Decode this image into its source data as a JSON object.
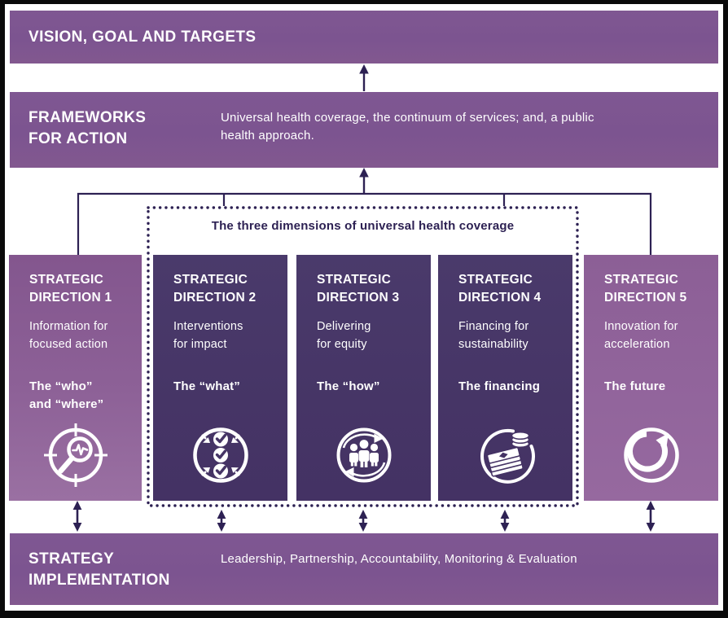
{
  "colors": {
    "bar_purple": "#7d5590",
    "box_light_purple": "#8d6197",
    "box_dark_purple": "#473667",
    "line_dark_purple": "#2d2153",
    "background": "#ffffff",
    "frame_border": "#0a0a0a",
    "text_white": "#ffffff"
  },
  "vision_bar": {
    "title": "VISION, GOAL AND TARGETS"
  },
  "frameworks_bar": {
    "title": [
      "FRAMEWORKS",
      "FOR ACTION"
    ],
    "description": [
      "Universal health coverage, the continuum of services; and, a public",
      "health approach."
    ]
  },
  "dimensions_box": {
    "title": "The three dimensions of universal health coverage"
  },
  "strategic_directions": [
    {
      "title": [
        "STRATEGIC",
        "DIRECTION 1"
      ],
      "description": [
        "Information for",
        "focused action"
      ],
      "tagline": [
        "The “who”",
        "and “where”"
      ],
      "icon": "magnifier-pulse-icon"
    },
    {
      "title": [
        "STRATEGIC",
        "DIRECTION 2"
      ],
      "description": [
        "Interventions",
        "for impact"
      ],
      "tagline": [
        "The “what”"
      ],
      "icon": "checklist-icon"
    },
    {
      "title": [
        "STRATEGIC",
        "DIRECTION 3"
      ],
      "description": [
        "Delivering",
        "for equity"
      ],
      "tagline": [
        "The “how”"
      ],
      "icon": "people-cycle-icon"
    },
    {
      "title": [
        "STRATEGIC",
        "DIRECTION 4"
      ],
      "description": [
        "Financing for",
        "sustainability"
      ],
      "tagline": [
        "The financing"
      ],
      "icon": "money-stack-icon"
    },
    {
      "title": [
        "STRATEGIC",
        "DIRECTION 5"
      ],
      "description": [
        "Innovation for",
        "acceleration"
      ],
      "tagline": [
        "The future"
      ],
      "icon": "cycle-arrow-icon"
    }
  ],
  "implementation_bar": {
    "title": [
      "STRATEGY",
      "IMPLEMENTATION"
    ],
    "description": "Leadership, Partnership, Accountability, Monitoring & Evaluation"
  }
}
